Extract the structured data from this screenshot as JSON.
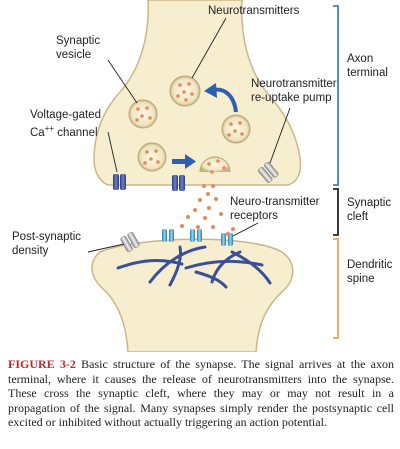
{
  "labels": {
    "neurotransmitters": "Neurotransmitters",
    "synaptic_vesicle": [
      "Synaptic",
      "vesicle"
    ],
    "reuptake_pump": [
      "Neurotransmitter",
      "re-uptake pump"
    ],
    "voltage_gated": [
      "Voltage-gated",
      "Ca",
      "++",
      " channel"
    ],
    "receptors": [
      "Neuro-transmitter",
      "receptors"
    ],
    "post_synaptic": [
      "Post-synaptic",
      "density"
    ],
    "axon_terminal": [
      "Axon",
      "terminal"
    ],
    "synaptic_cleft": [
      "Synaptic",
      "cleft"
    ],
    "dendritic_spine": [
      "Dendritic",
      "spine"
    ]
  },
  "caption": {
    "figure": "FIGURE 3-2",
    "text": "Basic structure of the synapse. The signal arrives at the axon terminal, where it causes the release of neurotransmitters into the synapse. These cross the synaptic cleft, where they may or may not result in a propagation of the signal. Many synapses simply render the postsynaptic cell excited or inhibited without actually triggering an action potential."
  },
  "colors": {
    "cell_fill": "#f7eecf",
    "cell_outline": "#c9b78a",
    "vesicle_dot": "#e58a5a",
    "arrow_blue": "#2f5fb0",
    "bracket_blue": "#3f7fc7",
    "bracket_black": "#222222",
    "bracket_orange": "#f0a34a",
    "fiber": "#3a4f9a",
    "figure_red": "#c5262b"
  }
}
